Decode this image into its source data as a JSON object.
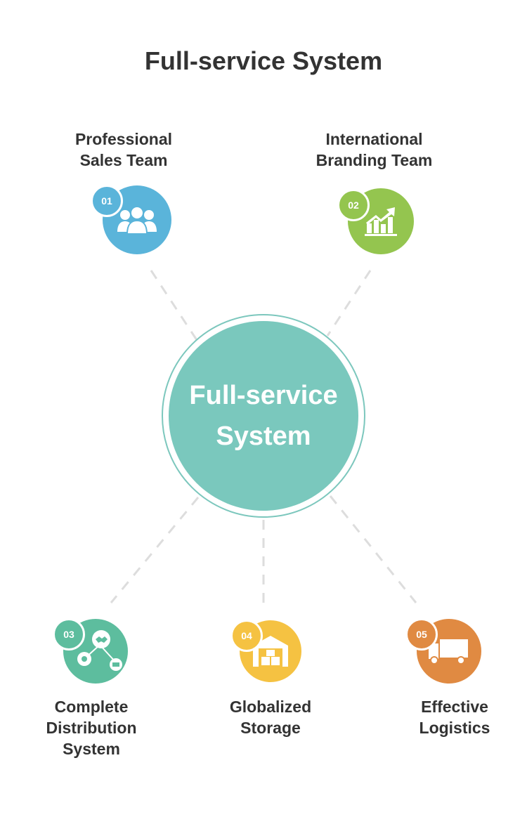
{
  "title": "Full-service System",
  "center": {
    "text": "Full-service\nSystem",
    "color": "#7ac8bd"
  },
  "nodes": [
    {
      "number": "01",
      "label": "Professional\nSales Team",
      "icon": "team-icon",
      "color": "#5ab4da"
    },
    {
      "number": "02",
      "label": "International\nBranding Team",
      "icon": "growth-chart-icon",
      "color": "#94c54f"
    },
    {
      "number": "03",
      "label": "Complete\nDistribution\nSystem",
      "icon": "distribution-network-icon",
      "color": "#5dbd9e"
    },
    {
      "number": "04",
      "label": "Globalized\nStorage",
      "icon": "warehouse-icon",
      "color": "#f5c242"
    },
    {
      "number": "05",
      "label": "Effective\nLogistics",
      "icon": "delivery-truck-icon",
      "color": "#e08a42"
    }
  ]
}
